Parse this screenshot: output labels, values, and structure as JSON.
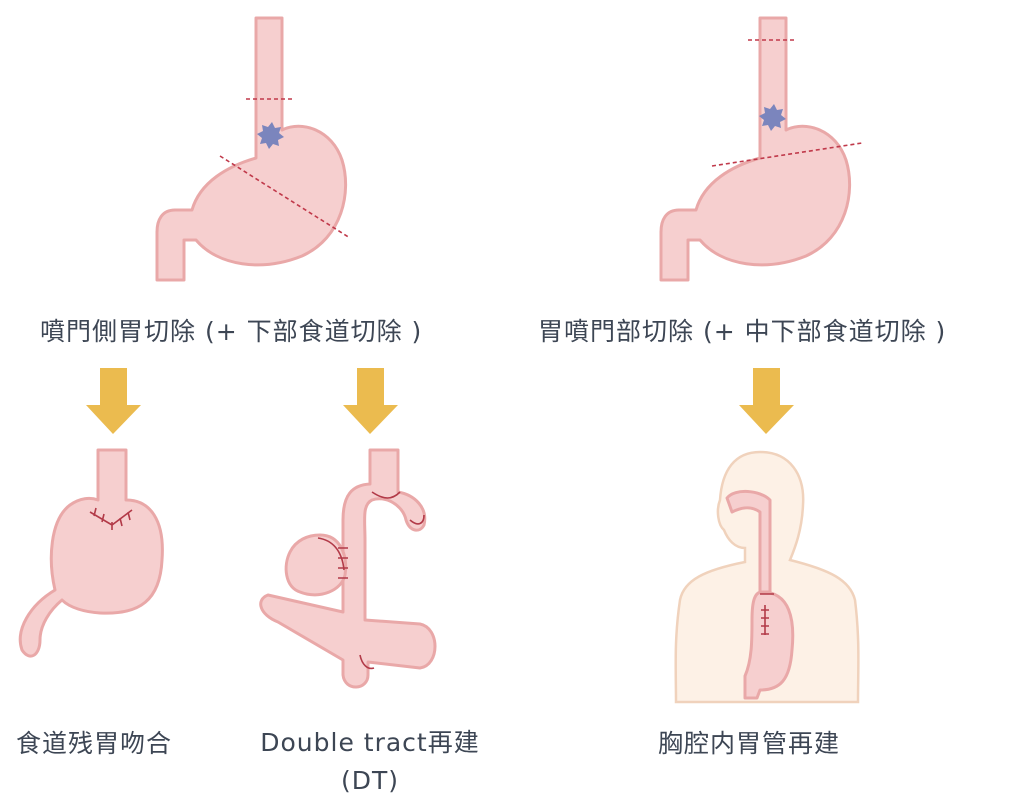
{
  "labels": {
    "top_left": "噴門側胃切除 (+ 下部食道切除 )",
    "top_right": "胃噴門部切除 (+ 中下部食道切除 )",
    "bottom_left": "食道残胃吻合",
    "bottom_middle_line1": "Double tract再建",
    "bottom_middle_line2": "(DT)",
    "bottom_right": "胸腔内胃管再建"
  },
  "colors": {
    "organ_fill": "#f6cfcf",
    "organ_stroke": "#e9a8a8",
    "arrow": "#ebbb4f",
    "tumor": "#7b85bd",
    "cut_line": "#c0394a",
    "text": "#3d4654"
  }
}
